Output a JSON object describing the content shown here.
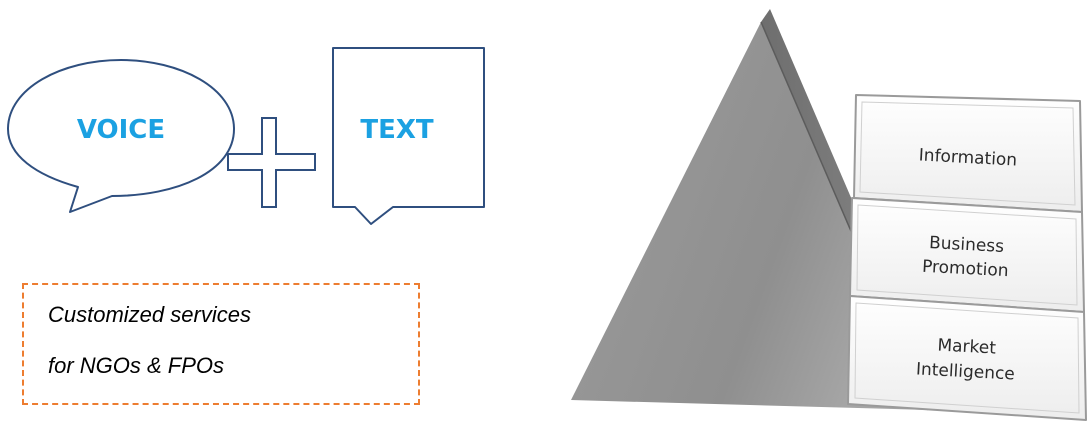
{
  "voice_text": {
    "voice_label": "VOICE",
    "text_label": "TEXT",
    "label_color": "#1BA1E2",
    "outline_color": "#2F4F7F"
  },
  "services": {
    "line1": "Customized services",
    "line2": "for NGOs & FPOs",
    "border_color": "#ED7D31"
  },
  "pyramid": {
    "cards": [
      {
        "lines": [
          "Information"
        ]
      },
      {
        "lines": [
          "Business",
          "Promotion"
        ]
      },
      {
        "lines": [
          "Market",
          "Intelligence"
        ]
      }
    ]
  }
}
